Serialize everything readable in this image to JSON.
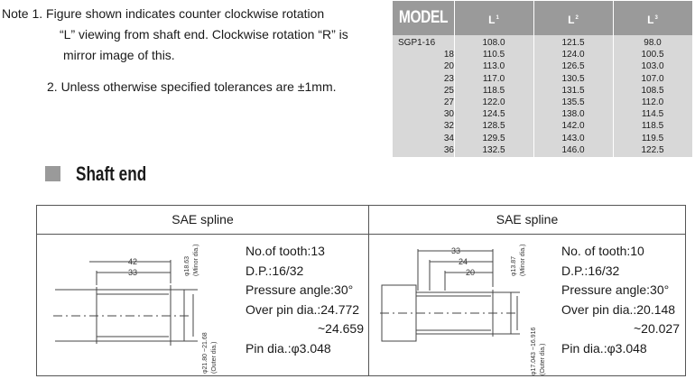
{
  "notes": {
    "line1": "Note 1. Figure shown indicates counter clockwise rotation",
    "line2": "“L” viewing from shaft end. Clockwise rotation “R” is",
    "line3": "mirror image of this.",
    "line4": "2. Unless otherwise specified tolerances are ±1mm."
  },
  "spec_table": {
    "headers": [
      "MODEL",
      "L",
      "L",
      "L"
    ],
    "header_subs": [
      "",
      "1",
      "2",
      "3"
    ],
    "rows": [
      [
        "SGP1-16",
        "108.0",
        "121.5",
        "98.0"
      ],
      [
        "18",
        "110.5",
        "124.0",
        "100.5"
      ],
      [
        "20",
        "113.0",
        "126.5",
        "103.0"
      ],
      [
        "23",
        "117.0",
        "130.5",
        "107.0"
      ],
      [
        "25",
        "118.5",
        "131.5",
        "108.5"
      ],
      [
        "27",
        "122.0",
        "135.5",
        "112.0"
      ],
      [
        "30",
        "124.5",
        "138.0",
        "114.5"
      ],
      [
        "32",
        "128.5",
        "142.0",
        "118.5"
      ],
      [
        "34",
        "129.5",
        "143.0",
        "119.5"
      ],
      [
        "36",
        "132.5",
        "146.0",
        "122.5"
      ]
    ]
  },
  "section": {
    "title": "Shaft end"
  },
  "shaft_end": {
    "left": {
      "header": "SAE spline",
      "dims": {
        "d1": "42",
        "d2": "33",
        "minor": "φ18.63",
        "minor_note": "(Minor dia.)",
        "outer": "φ21.80 ~21.68",
        "outer_note": "(Outer dia.)"
      },
      "spec": {
        "tooth": "No.of tooth:13",
        "dp": "D.P.:16/32",
        "pressure": "Pressure angle:30°",
        "overpin": "Over pin dia.:24.772",
        "overpin2": "~24.659",
        "pin": "Pin dia.:φ3.048"
      }
    },
    "right": {
      "header": "SAE spline",
      "dims": {
        "d1": "33",
        "d2": "24",
        "d3": "20",
        "minor": "φ13.87",
        "minor_note": "(Minor dia.)",
        "outer": "φ17.043 ~16.916",
        "outer_note": "(Outer dia.)"
      },
      "spec": {
        "tooth": "No. of tooth:10",
        "dp": "D.P.:16/32",
        "pressure": "Pressure angle:30°",
        "overpin": "Over pin dia.:20.148",
        "overpin2": "~20.027",
        "pin": "Pin dia.:φ3.048"
      }
    }
  }
}
